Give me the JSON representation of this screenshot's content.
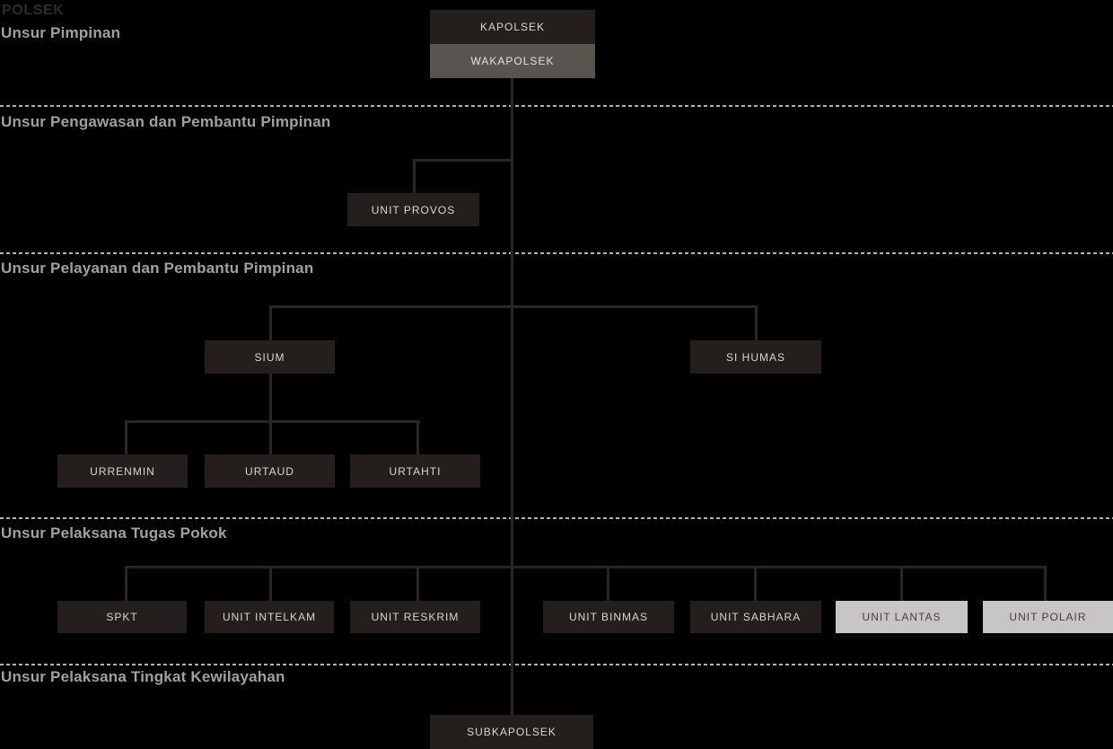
{
  "header": {
    "title": "POLSEK"
  },
  "sections": [
    {
      "label": "Unsur Pimpinan"
    },
    {
      "label": "Unsur Pengawasan dan Pembantu Pimpinan"
    },
    {
      "label": "Unsur Pelayanan dan Pembantu Pimpinan"
    },
    {
      "label": "Unsur Pelaksana Tugas Pokok"
    },
    {
      "label": "Unsur Pelaksana Tingkat Kewilayahan"
    }
  ],
  "org": {
    "kapolsek": "KAPOLSEK",
    "wakapolsek": "WAKAPOLSEK",
    "unit_provos": "UNIT PROVOS",
    "sium": "SIUM",
    "si_humas": "SI HUMAS",
    "urrenmin": "URRENMIN",
    "urtaud": "URTAUD",
    "urtahti": "URTAHTI",
    "spkt": "SPKT",
    "unit_intelkam": "UNIT INTELKAM",
    "unit_reskrim": "UNIT RESKRIM",
    "unit_binmas": "UNIT BINMAS",
    "unit_sabhara": "UNIT SABHARA",
    "unit_lantas": "UNIT LANTAS",
    "unit_polair": "UNIT POLAIR",
    "subkapolsek": "SUBKAPOLSEK"
  },
  "colors": {
    "background": "#000000",
    "box_dark": "#241f1d",
    "box_gray": "#585450",
    "box_light": "#c7c6c4",
    "text_on_dark": "#d8d5d3",
    "text_on_light": "#45403d",
    "connector_line": "#2b2523",
    "dashed_divider": "#b0b0b0",
    "section_heading": "#a0a0a0",
    "page_title": "#302b28"
  }
}
